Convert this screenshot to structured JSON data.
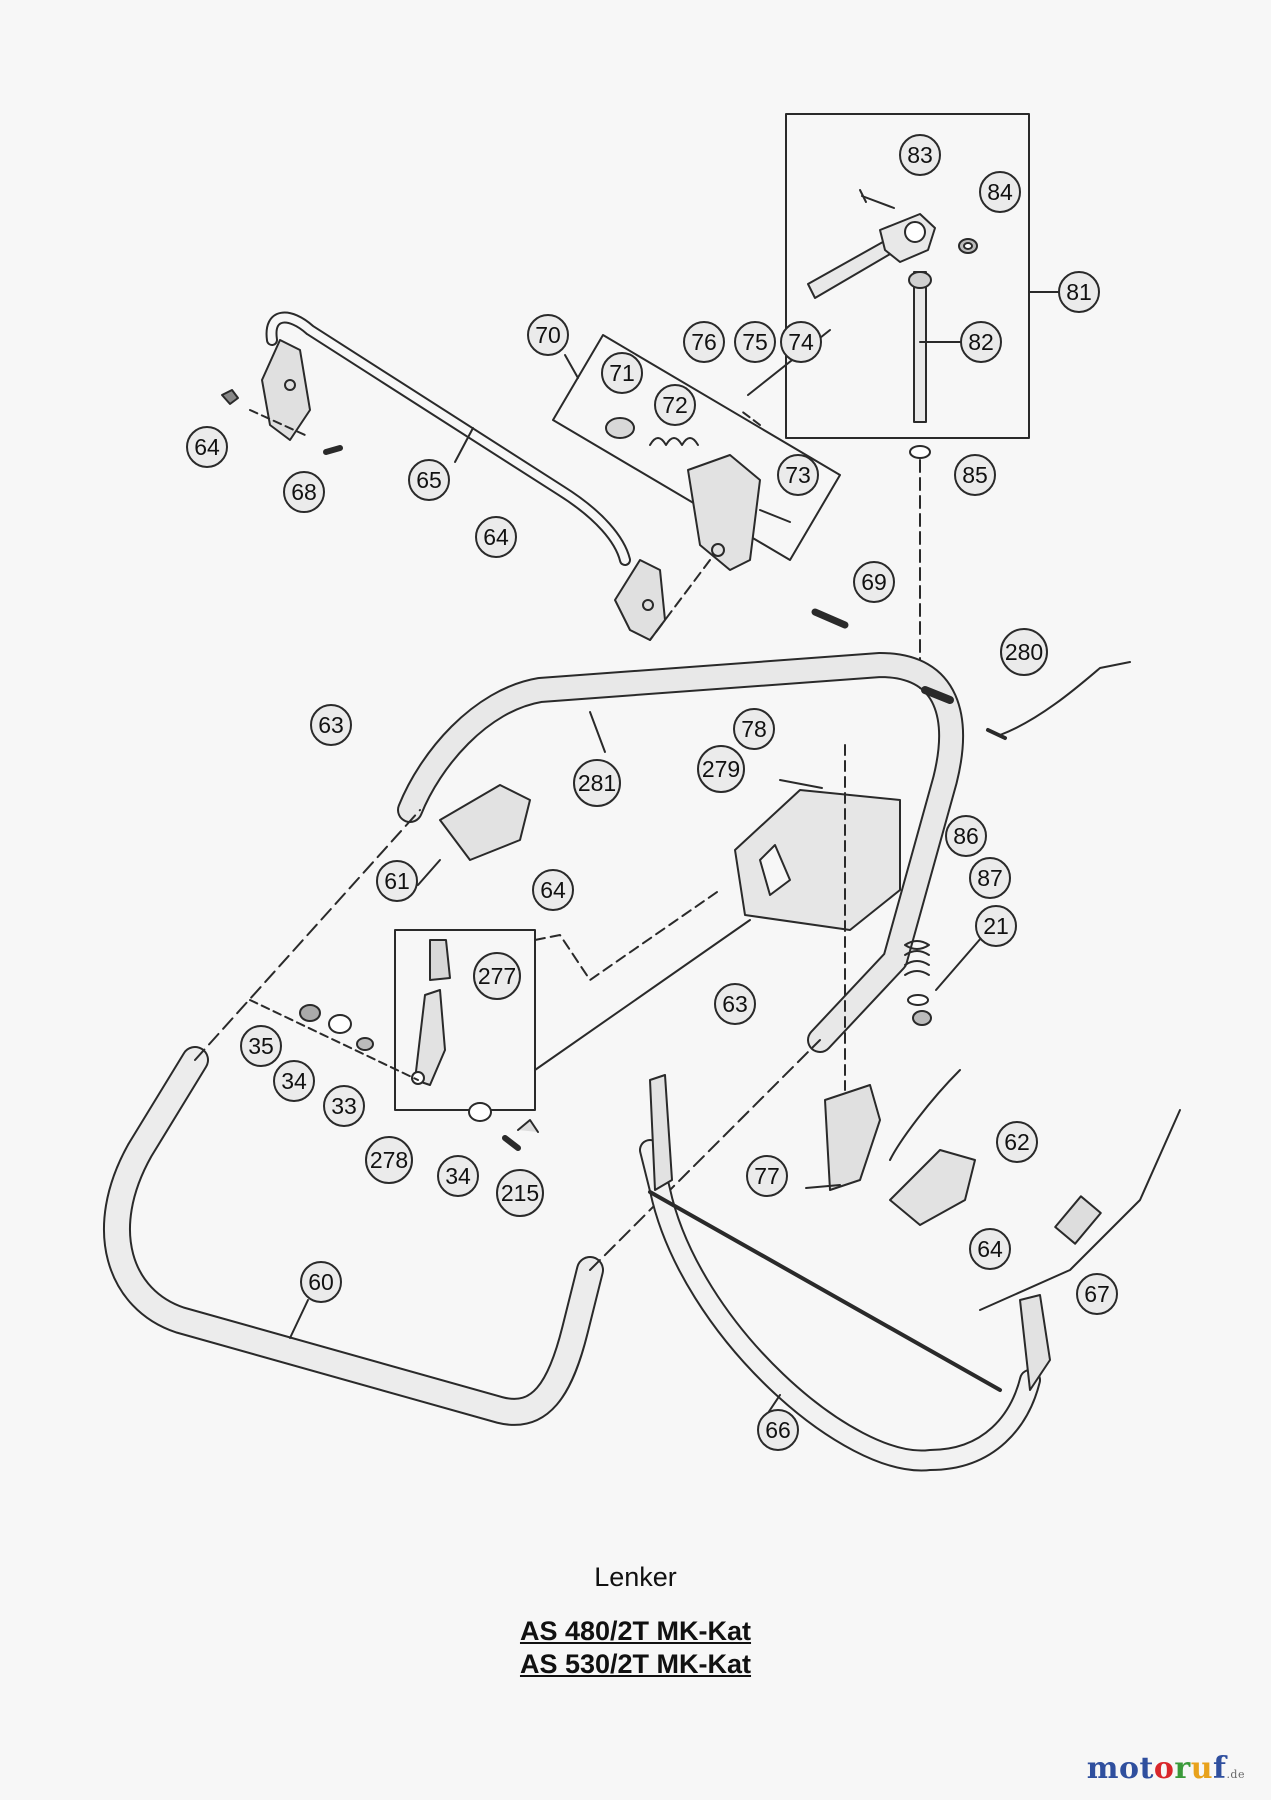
{
  "colors": {
    "background": "#f7f7f7",
    "line": "#2a2a2a",
    "callout_fill": "#ebebeb",
    "tube_fill": "#dcdcdc"
  },
  "callouts": [
    "83",
    "84",
    "81",
    "82",
    "85",
    "70",
    "76",
    "75",
    "74",
    "71",
    "72",
    "73",
    "64",
    "68",
    "65",
    "64",
    "69",
    "280",
    "63",
    "281",
    "78",
    "279",
    "61",
    "64",
    "86",
    "87",
    "21",
    "277",
    "63",
    "35",
    "34",
    "33",
    "278",
    "34",
    "215",
    "62",
    "77",
    "64",
    "67",
    "60",
    "66"
  ],
  "caption": {
    "title": "Lenker",
    "models": [
      "AS 480/2T MK-Kat",
      "AS 530/2T MK-Kat"
    ]
  },
  "watermark": {
    "letters": [
      {
        "ch": "m",
        "color": "#2f4f9e"
      },
      {
        "ch": "o",
        "color": "#2f4f9e"
      },
      {
        "ch": "t",
        "color": "#2f4f9e"
      },
      {
        "ch": "o",
        "color": "#d9262b"
      },
      {
        "ch": "r",
        "color": "#3a9a3a"
      },
      {
        "ch": "u",
        "color": "#e8a21c"
      },
      {
        "ch": "f",
        "color": "#2f4f9e"
      }
    ],
    "tld": ".de"
  }
}
